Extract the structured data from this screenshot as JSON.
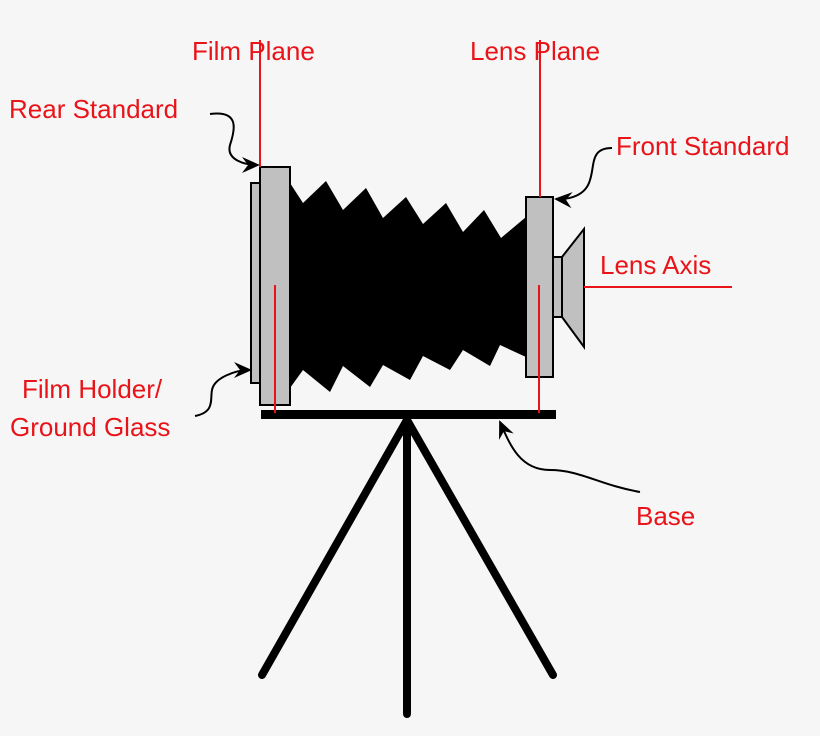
{
  "labels": {
    "film_plane": "Film Plane",
    "lens_plane": "Lens Plane",
    "rear_standard": "Rear Standard",
    "front_standard": "Front Standard",
    "lens_axis": "Lens Axis",
    "film_holder_line1": "Film Holder/",
    "film_holder_line2": "Ground Glass",
    "base": "Base"
  },
  "colors": {
    "label": "#e8141a",
    "part": "#c0c0c0",
    "bellows": "#000000",
    "background": "#f6f6f6"
  }
}
